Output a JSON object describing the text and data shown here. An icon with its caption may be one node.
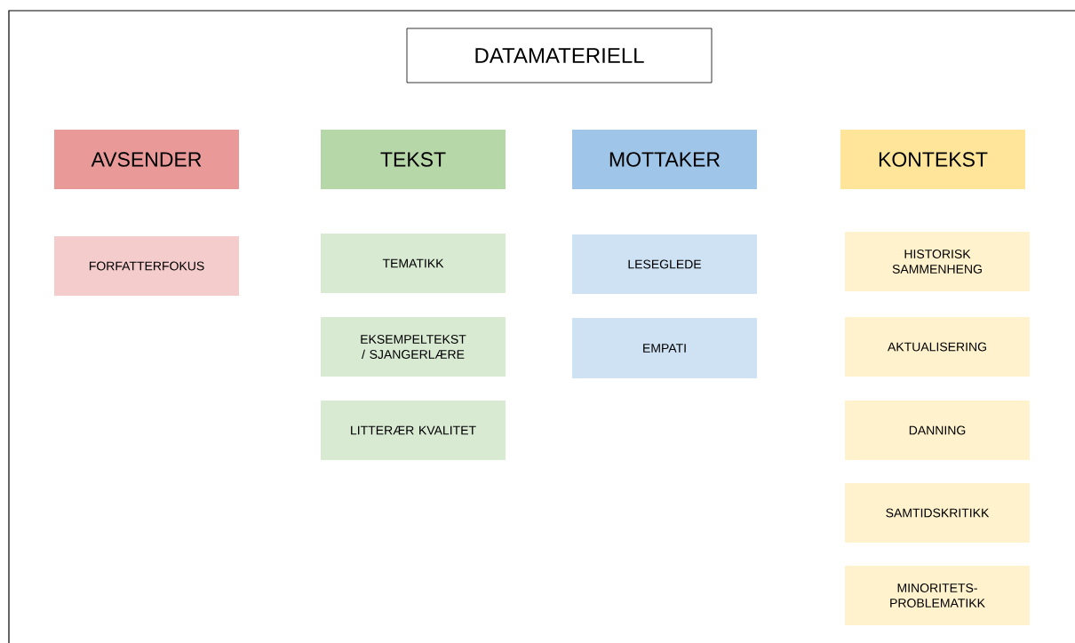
{
  "diagram": {
    "nodes": [
      {
        "text": [
          "DATAMATERIELL"
        ]
      },
      {
        "text": [
          "AVSENDER"
        ]
      },
      {
        "text": [
          "TEKST"
        ]
      },
      {
        "text": [
          "MOTTAKER"
        ]
      },
      {
        "text": [
          "KONTEKST"
        ]
      },
      {
        "text": [
          "FORFATTERFOKUS"
        ]
      },
      {
        "text": [
          "TEMATIKK"
        ]
      },
      {
        "text": [
          "EKSEMPELTEKST / SJANGERLÆRE"
        ]
      },
      {
        "text": [
          "LITTERÆR KVALITET"
        ]
      },
      {
        "text": [
          "LESEGLEDE"
        ]
      },
      {
        "text": [
          "EMPATI"
        ]
      },
      {
        "text": [
          "HISTORISK SAMMENHENG"
        ]
      },
      {
        "text": [
          "AKTUALISERING"
        ]
      },
      {
        "text": [
          "DANNING"
        ]
      },
      {
        "text": [
          "SAMTIDSKRITIKK"
        ]
      },
      {
        "text": [
          "MINORITETS- PROBLEMATIKK"
        ]
      }
    ]
  }
}
